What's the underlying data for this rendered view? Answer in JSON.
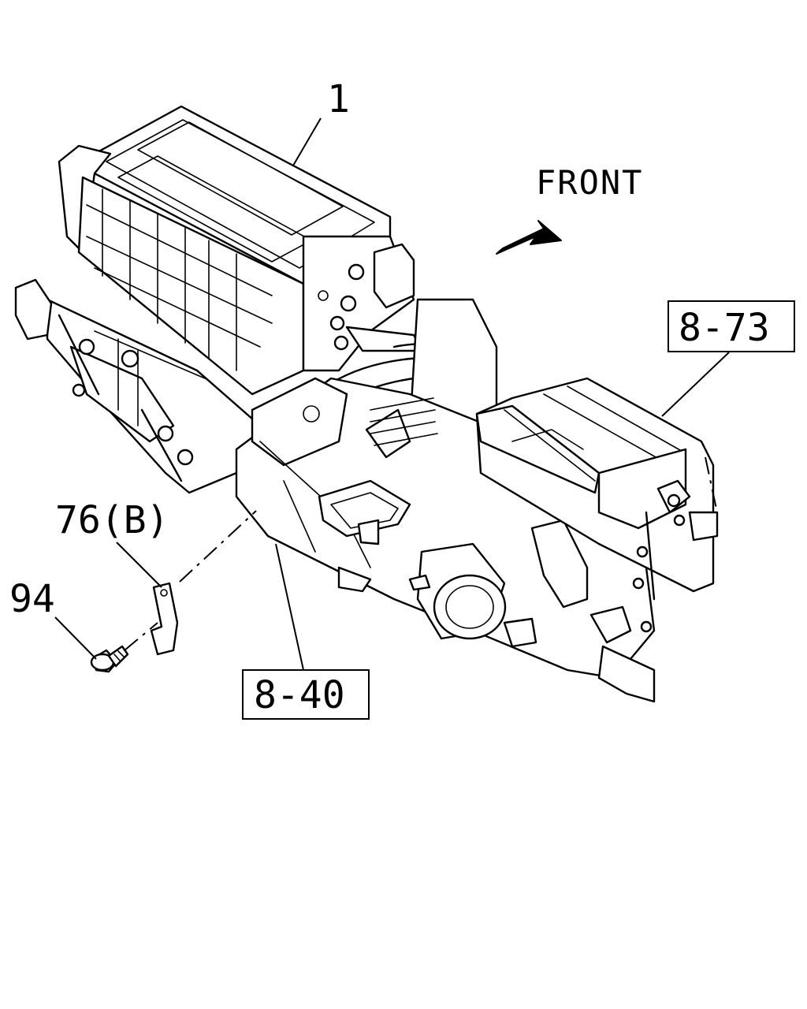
{
  "labels": {
    "part_1": "1",
    "front": "FRONT",
    "ref_8_73": "8-73",
    "ref_8_40": "8-40",
    "part_76b": "76(B)",
    "part_94": "94"
  },
  "colors": {
    "line": "#000000",
    "background": "#ffffff"
  }
}
